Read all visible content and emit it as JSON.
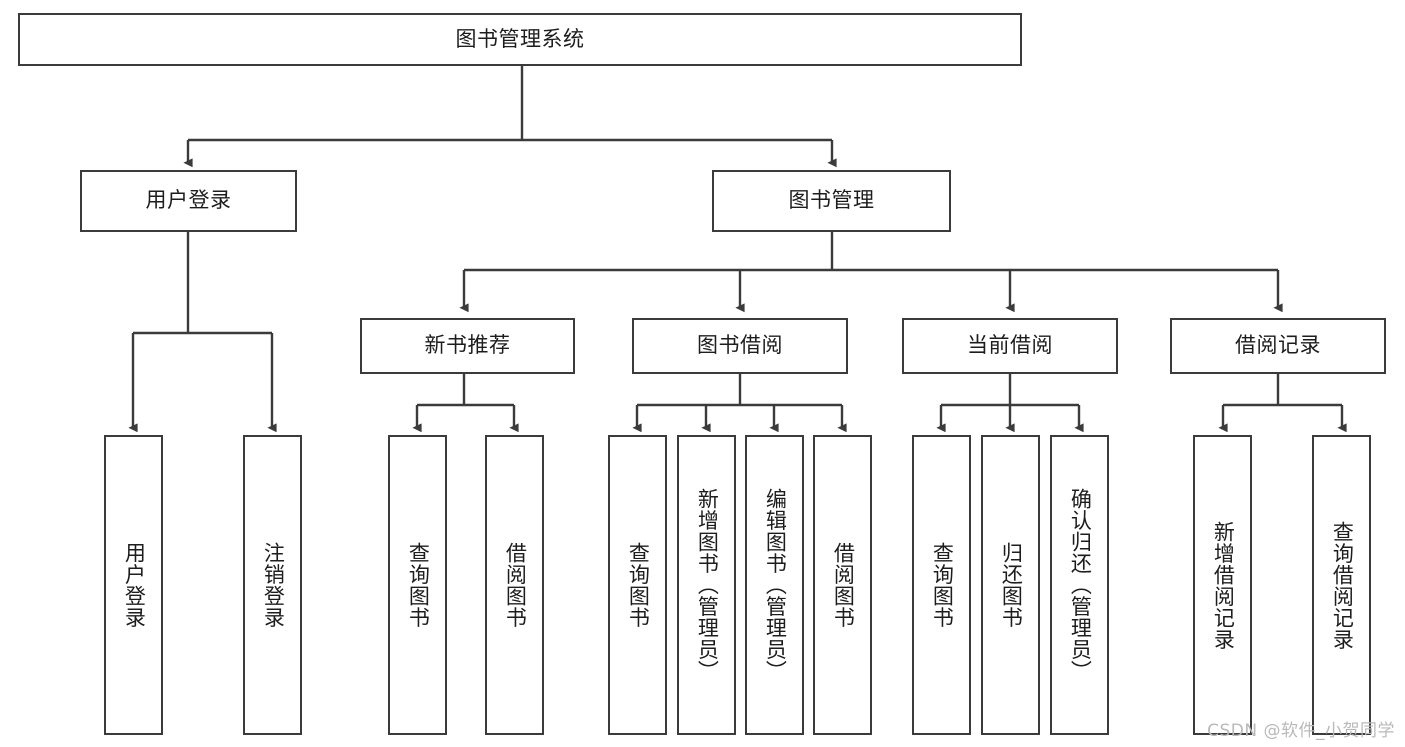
{
  "diagram": {
    "type": "tree",
    "title": "图书管理系统",
    "watermark": "CSDN @软件_小贺同学",
    "colors": {
      "stroke": "#3b3b3b",
      "fill": "#ffffff",
      "text": "#1d1d1d",
      "watermark": "#b9b9b9"
    },
    "nodes": {
      "root": {
        "label": "图书管理系统",
        "orientation": "horizontal",
        "level": 0
      },
      "l1_user_login": {
        "label": "用户登录",
        "orientation": "horizontal",
        "level": 1
      },
      "l1_book_mgmt": {
        "label": "图书管理",
        "orientation": "horizontal",
        "level": 1
      },
      "l2_new_book_rec": {
        "label": "新书推荐",
        "orientation": "horizontal",
        "level": 2
      },
      "l2_book_borrow": {
        "label": "图书借阅",
        "orientation": "horizontal",
        "level": 2
      },
      "l2_current_borrow": {
        "label": "当前借阅",
        "orientation": "horizontal",
        "level": 2
      },
      "l2_borrow_record": {
        "label": "借阅记录",
        "orientation": "horizontal",
        "level": 2
      },
      "leaf_user_login": {
        "label": "用户登录",
        "orientation": "vertical",
        "level": 3
      },
      "leaf_logout_login": {
        "label": "注销登录",
        "orientation": "vertical",
        "level": 3
      },
      "leaf_query_book_1": {
        "label": "查询图书",
        "orientation": "vertical",
        "level": 3
      },
      "leaf_borrow_book_1": {
        "label": "借阅图书",
        "orientation": "vertical",
        "level": 3
      },
      "leaf_query_book_2": {
        "label": "查询图书",
        "orientation": "vertical",
        "level": 3
      },
      "leaf_add_book_admin": {
        "label": "新增图书（管理员）",
        "orientation": "vertical",
        "level": 3
      },
      "leaf_edit_book_admin": {
        "label": "编辑图书（管理员）",
        "orientation": "vertical",
        "level": 3
      },
      "leaf_borrow_book_2": {
        "label": "借阅图书",
        "orientation": "vertical",
        "level": 3
      },
      "leaf_query_book_3": {
        "label": "查询图书",
        "orientation": "vertical",
        "level": 3
      },
      "leaf_return_book": {
        "label": "归还图书",
        "orientation": "vertical",
        "level": 3
      },
      "leaf_confirm_return_admin": {
        "label": "确认归还（管理员）",
        "orientation": "vertical",
        "level": 3
      },
      "leaf_add_borrow_record": {
        "label": "新增借阅记录",
        "orientation": "vertical",
        "level": 3
      },
      "leaf_query_borrow_record": {
        "label": "查询借阅记录",
        "orientation": "vertical",
        "level": 3
      }
    },
    "edges": [
      {
        "from": "root",
        "to": "l1_user_login"
      },
      {
        "from": "root",
        "to": "l1_book_mgmt"
      },
      {
        "from": "l1_user_login",
        "to": "leaf_user_login"
      },
      {
        "from": "l1_user_login",
        "to": "leaf_logout_login"
      },
      {
        "from": "l1_book_mgmt",
        "to": "l2_new_book_rec"
      },
      {
        "from": "l1_book_mgmt",
        "to": "l2_book_borrow"
      },
      {
        "from": "l1_book_mgmt",
        "to": "l2_current_borrow"
      },
      {
        "from": "l1_book_mgmt",
        "to": "l2_borrow_record"
      },
      {
        "from": "l2_new_book_rec",
        "to": "leaf_query_book_1"
      },
      {
        "from": "l2_new_book_rec",
        "to": "leaf_borrow_book_1"
      },
      {
        "from": "l2_book_borrow",
        "to": "leaf_query_book_2"
      },
      {
        "from": "l2_book_borrow",
        "to": "leaf_add_book_admin"
      },
      {
        "from": "l2_book_borrow",
        "to": "leaf_edit_book_admin"
      },
      {
        "from": "l2_book_borrow",
        "to": "leaf_borrow_book_2"
      },
      {
        "from": "l2_current_borrow",
        "to": "leaf_query_book_3"
      },
      {
        "from": "l2_current_borrow",
        "to": "leaf_return_book"
      },
      {
        "from": "l2_current_borrow",
        "to": "leaf_confirm_return_admin"
      },
      {
        "from": "l2_borrow_record",
        "to": "leaf_add_borrow_record"
      },
      {
        "from": "l2_borrow_record",
        "to": "leaf_query_borrow_record"
      }
    ]
  }
}
